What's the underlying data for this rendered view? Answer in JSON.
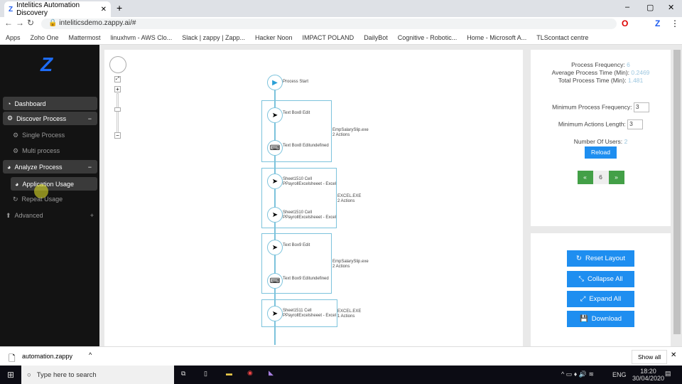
{
  "browser": {
    "tab_title": "Intelitics Automation Discovery",
    "url": "inteliticsdemo.zappy.ai/#",
    "bookmarks": [
      "Apps",
      "Zoho One",
      "Mattermost",
      "linuxhvm - AWS Clo...",
      "Slack | zappy | Zapp...",
      "Hacker Noon",
      "IMPACT POLAND",
      "DailyBot",
      "Cognitive - Robotic...",
      "Home - Microsoft A...",
      "TLScontact centre"
    ]
  },
  "sidebar": {
    "dashboard": "Dashboard",
    "discover": "Discover Process",
    "single": "Single Process",
    "multi": "Multi process",
    "analyze": "Analyze Process",
    "app_usage": "Application Usage",
    "repeat_usage": "Repeat Usage",
    "advanced": "Advanced",
    "minus": "−",
    "plus": "+"
  },
  "flow": {
    "start": "Process Start",
    "nodes": [
      {
        "l1": "Text Box8 Edit",
        "l2": ""
      },
      {
        "l1": "Text Box8 Editundefined",
        "l2": ""
      },
      {
        "l1": "Sheet1510 Cell",
        "l2": "PPayrollExcelsheeet - Excel"
      },
      {
        "l1": "Sheet1510 Cell",
        "l2": "PPayrollExcelsheeet - Excel"
      },
      {
        "l1": "Text Box9 Edit",
        "l2": ""
      },
      {
        "l1": "Text Box9 Editundefined",
        "l2": ""
      },
      {
        "l1": "Sheet1511 Cell",
        "l2": "PPayrollExcelsheeet - Excel"
      }
    ],
    "groups": [
      {
        "app": "EmpSalarySlip.exe",
        "actions": "2 Actions"
      },
      {
        "app": "EXCEL.EXE",
        "actions": "2 Actions"
      },
      {
        "app": "EmpSalarySlip.exe",
        "actions": "2 Actions"
      },
      {
        "app": "EXCEL.EXE",
        "actions": "1 Actions"
      }
    ]
  },
  "stats": {
    "freq_label": "Process Frequency:",
    "freq": "6",
    "avg_label": "Average Process Time (Min):",
    "avg": "0.2469",
    "total_label": "Total Process Time (Min):",
    "total": "1.481",
    "min_freq_label": "Minimum Process Frequency:",
    "min_freq": "3",
    "min_len_label": "Minimum Actions Length:",
    "min_len": "3",
    "users_label": "Number Of Users:",
    "users": "2",
    "reload": "Reload",
    "prev": "«",
    "page": "6",
    "next": "»"
  },
  "actions": {
    "reset": "Reset Layout",
    "collapse": "Collapse All",
    "expand": "Expand All",
    "download": "Download"
  },
  "download_bar": {
    "file": "automation.zappy",
    "show_all": "Show all"
  },
  "taskbar": {
    "search": "Type here to search",
    "lang": "ENG",
    "time": "18:20",
    "date": "30/04/2020"
  }
}
